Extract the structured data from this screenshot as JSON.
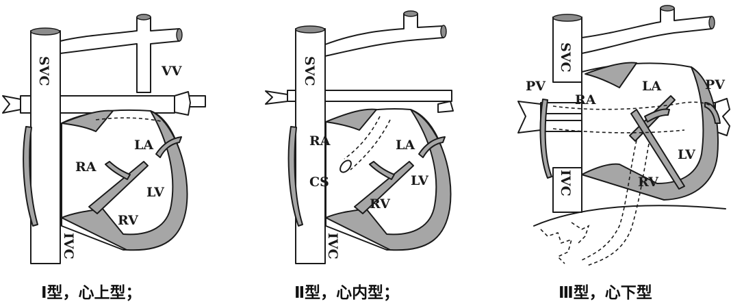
{
  "panels": [
    {
      "id": "type1",
      "caption": "Ⅰ型，心上型；",
      "labels": {
        "svc": "SVC",
        "vv": "VV",
        "la": "LA",
        "ra": "RA",
        "lv": "LV",
        "rv": "RV",
        "ivc": "IVC"
      }
    },
    {
      "id": "type2",
      "caption": "Ⅱ型，心内型；",
      "labels": {
        "svc": "SVC",
        "ra": "RA",
        "la": "LA",
        "cs": "CS",
        "lv": "LV",
        "rv": "RV",
        "ivc": "IVC"
      }
    },
    {
      "id": "type3",
      "caption": "Ⅲ型，心下型",
      "labels": {
        "svc": "SVC",
        "pv_left": "PV",
        "la": "LA",
        "pv_right": "PV",
        "ra": "RA",
        "lv": "LV",
        "ivc": "IVC",
        "rv": "RV"
      }
    }
  ]
}
